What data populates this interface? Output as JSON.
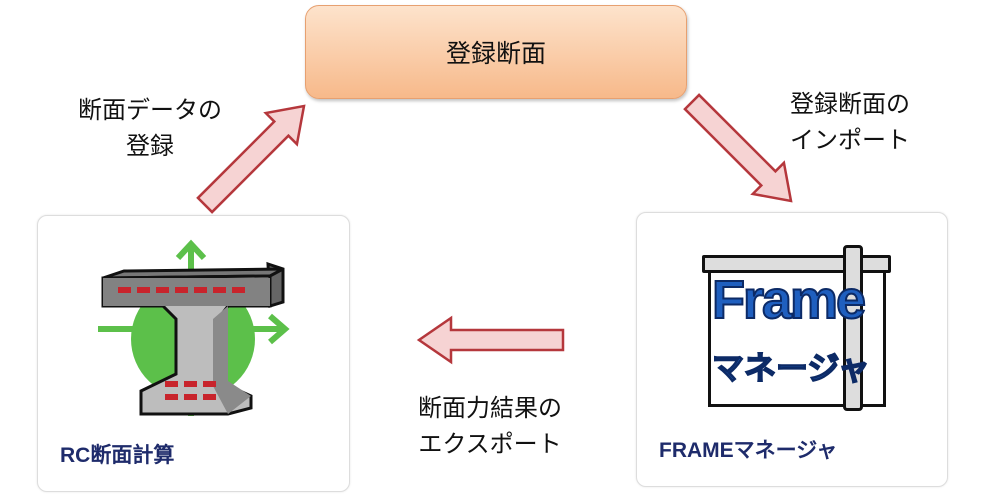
{
  "top_box": {
    "label": "登録断面"
  },
  "labels": {
    "register_line1": "断面データの",
    "register_line2": "登録",
    "import_line1": "登録断面の",
    "import_line2": "インポート",
    "export_line1": "断面力結果の",
    "export_line2": "エクスポート"
  },
  "cards": [
    {
      "title": "RC断面計算",
      "icon": "rc-section-icon"
    },
    {
      "title": "FRAMEマネージャ",
      "icon": "frame-manager-icon",
      "logo_text_1": "Frame",
      "logo_text_2": "マネージャ"
    }
  ],
  "colors": {
    "arrow_fill": "#f6d3d3",
    "arrow_stroke": "#b5373c",
    "title_text": "#1e2b6b",
    "logo_blue": "#1f5fbf"
  }
}
